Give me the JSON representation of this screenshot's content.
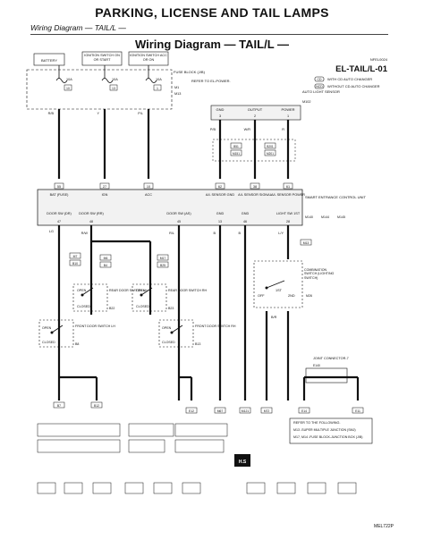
{
  "header": {
    "title": "PARKING, LICENSE AND TAIL LAMPS",
    "subtitle": "Wiring Diagram — TAIL/L —"
  },
  "diagram": {
    "title": "Wiring Diagram — TAIL/L —",
    "code": "EL-TAIL/L-01",
    "corner_ref": "NFEL0024",
    "figure_id": "MEL722P",
    "legend": [
      {
        "code": "CD",
        "text": "WITH CD AUTO CHANGER"
      },
      {
        "code": "NCD",
        "text": "WITHOUT CD AUTO CHANGER"
      }
    ],
    "power_sources": [
      {
        "label": "BATTERY",
        "fuse": "10A",
        "num": "10"
      },
      {
        "label": "IGNITION SWITCH ON OR START",
        "fuse": "10A",
        "num": "13"
      },
      {
        "label": "IGNITION SWITCH ACC OR ON",
        "fuse": "10A",
        "num": "1"
      }
    ],
    "fuse_block": {
      "label": "FUSE BLOCK (J/B)",
      "conn1": "M1",
      "conn2": "M13"
    },
    "refer_el_power": "REFER TO EL-POWER.",
    "auto_light_sensor": {
      "label": "AUTO LIGHT SENSOR",
      "conn": "M102",
      "pins": [
        {
          "name": "GND",
          "num": "3",
          "wire": "P/B"
        },
        {
          "name": "OUTPUT",
          "num": "2",
          "wire": "W/R"
        },
        {
          "name": "POWER",
          "num": "1",
          "wire": "R"
        }
      ]
    },
    "inline_connectors": [
      "B51",
      "M151",
      "B201",
      "M201"
    ],
    "wires_top": [
      {
        "wire": "R/B",
        "pin": "55"
      },
      {
        "wire": "Y",
        "pin": "27"
      },
      {
        "wire": "P/L",
        "pin": "10"
      },
      {
        "wire": "P/B",
        "pin": "62"
      },
      {
        "wire": "W/R",
        "pin": "38"
      },
      {
        "wire": "R",
        "pin": "61"
      }
    ],
    "smart_unit": {
      "label": "SMART ENTRANCE CONTROL UNIT",
      "conns": [
        "M140",
        "M144",
        "M145"
      ],
      "top_pins": [
        "BAT (FUSE)",
        "IGN",
        "ACC",
        "A/L SENSOR GND",
        "A/L SENSOR SIGNAL",
        "A/L SENSOR POWER"
      ],
      "bottom_pins": [
        {
          "name": "DOOR SW (DR)",
          "num": "47"
        },
        {
          "name": "DOOR SW (RR)",
          "num": "48"
        },
        {
          "name": "DOOR SW (AS)",
          "num": "45"
        },
        {
          "name": "GND",
          "num": "13"
        },
        {
          "name": "GND",
          "num": "46"
        },
        {
          "name": "LIGHT SW 1ST",
          "num": "28"
        }
      ]
    },
    "bottom_wires": [
      "LG",
      "R/W",
      "R/L",
      "B",
      "B",
      "L/Y"
    ],
    "connectors": [
      "M7",
      "B10",
      "M6",
      "B4",
      "M17",
      "B25",
      "M151",
      "B201",
      "M13"
    ],
    "switches": [
      {
        "label": "REAR DOOR SWITCH LH",
        "conn": "B22",
        "open": "OPEN",
        "closed": "CLOSED"
      },
      {
        "label": "REAR DOOR SWITCH RH",
        "conn": "B23",
        "open": "OPEN",
        "closed": "CLOSED"
      },
      {
        "label": "FRONT DOOR SWITCH LH",
        "conn": "B8",
        "open": "OPEN",
        "closed": "CLOSED"
      },
      {
        "label": "FRONT DOOR SWITCH RH",
        "conn": "B13",
        "open": "OPEN",
        "closed": "CLOSED"
      }
    ],
    "combination_switch": {
      "label": "COMBINATION SWITCH (LIGHTING SWITCH)",
      "conn": "M26",
      "positions": [
        "OFF",
        "1ST",
        "2ND"
      ],
      "wire": "B/R"
    },
    "joint_connector": {
      "label": "JOINT CONNECTOR-7",
      "conn": "E140"
    },
    "grounds": [
      "B7",
      "B12",
      "E12",
      "M67",
      "M121",
      "M72",
      "E14",
      "E11"
    ],
    "refer_box": {
      "title": "REFER TO THE FOLLOWING.",
      "items": [
        "M13 -SUPER MULTIPLE JUNCTION (SMJ)",
        "M17, M14 -FUSE BLOCK-JUNCTION BOX (J/B)"
      ]
    },
    "hs_badge": "H.S",
    "colors": {
      "line": "#111111",
      "box": "#f2f2f2"
    }
  }
}
